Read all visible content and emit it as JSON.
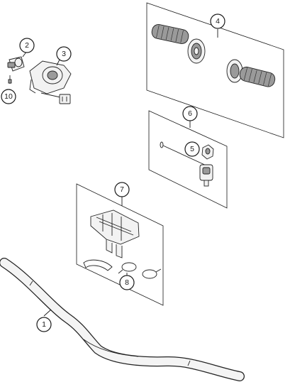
{
  "callouts": [
    {
      "id": "c1",
      "label": "1"
    },
    {
      "id": "c2",
      "label": "2"
    },
    {
      "id": "c3",
      "label": "3"
    },
    {
      "id": "c4",
      "label": "4"
    },
    {
      "id": "c5",
      "label": "5"
    },
    {
      "id": "c6",
      "label": "6"
    },
    {
      "id": "c7",
      "label": "7"
    },
    {
      "id": "c8",
      "label": "8"
    },
    {
      "id": "c10",
      "label": "10"
    }
  ]
}
